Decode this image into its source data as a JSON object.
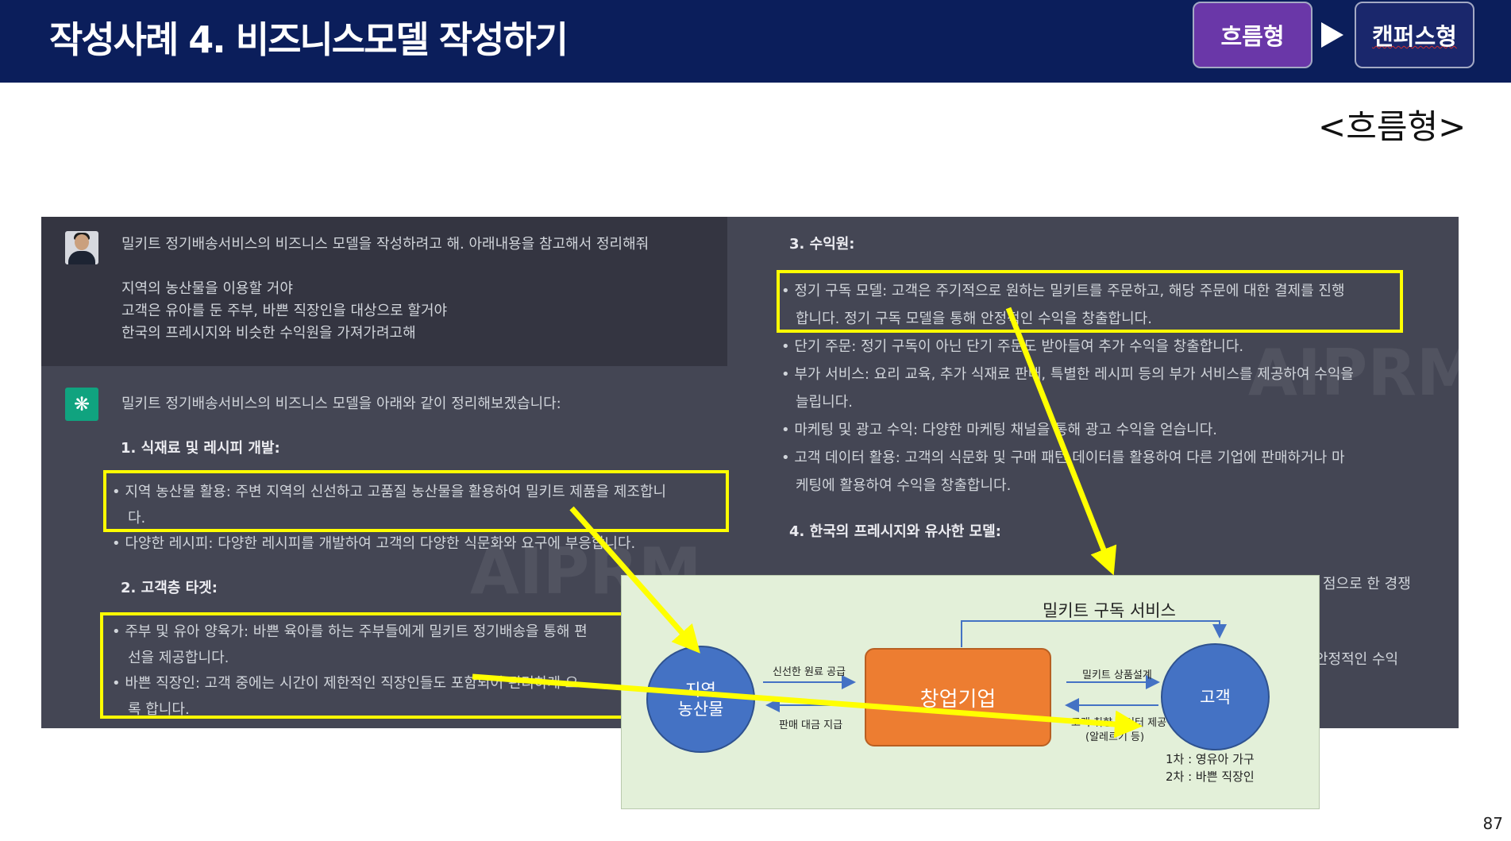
{
  "slide": {
    "title": "작성사례 4. 비즈니스모델 작성하기",
    "tag_flow": "흐름형",
    "tag_canvas": "캔퍼스형",
    "subtitle": "<흐름형>",
    "page_number": "87",
    "watermark": "AIPRM"
  },
  "chat": {
    "user_lines": [
      "밀키트 정기배송서비스의 비즈니스 모델을 작성하려고 해. 아래내용을 참고해서 정리해줘",
      "지역의 농산물을 이용할 거야",
      "고객은 유아를 둔 주부, 바쁜 직장인을 대상으로 할거야",
      "한국의 프레시지와 비슷한 수익원을 가져가려고해"
    ],
    "assistant_intro": "밀키트 정기배송서비스의 비즈니스 모델을 아래와 같이 정리해보겠습니다:",
    "sec1_title": "1. 식재료 및 레시피 개발:",
    "sec1_items": [
      "• 지역 농산물 활용: 주변 지역의 신선하고 고품질 농산물을 활용하여 밀키트 제품을 제조합니",
      "다.",
      "• 다양한 레시피: 다양한 레시피를 개발하여 고객의 다양한 식문화와 요구에 부응합니다."
    ],
    "sec2_title": "2. 고객층 타겟:",
    "sec2_items": [
      "• 주부 및 유아 양육가: 바쁜 육아를 하는 주부들에게 밀키트 정기배송을 통해 편",
      "선을 제공합니다.",
      "• 바쁜 직장인: 고객 중에는 시간이 제한적인 직장인들도 포함되어 편리하게 요",
      "록 합니다."
    ],
    "sec3_title": "3. 수익원:",
    "sec3_items": [
      "• 정기 구독 모델: 고객은 주기적으로 원하는 밀키트를 주문하고, 해당 주문에 대한 결제를 진행",
      "합니다. 정기 구독 모델을 통해 안정적인 수익을 창출합니다.",
      "• 단기 주문: 정기 구독이 아닌 단기 주문도 받아들여 추가 수익을 창출합니다.",
      "• 부가 서비스: 요리 교육, 추가 식재료 판매, 특별한 레시피 등의 부가 서비스를 제공하여 수익을",
      "늘립니다.",
      "• 마케팅 및 광고 수익: 다양한 마케팅 채널을 통해 광고 수익을 얻습니다.",
      "• 고객 데이터 활용: 고객의 식문화 및 구매 패턴 데이터를 활용하여 다른 기업에 판매하거나 마",
      "케팅에 활용하여 수익을 창출합니다."
    ],
    "sec4_title": "4. 한국의 프레시지와 유사한 모델:",
    "sec4_tail1": "점으로 한 경쟁",
    "sec4_tail2": "안정적인 수익"
  },
  "diagram": {
    "service_title": "밀키트 구독 서비스",
    "local_produce": "지역\n농산물",
    "startup": "창업기업",
    "customer": "고객",
    "fresh_supply": "신선한 원료 공급",
    "payment": "판매 대금 지급",
    "product_design": "밀키트 상품설계",
    "data_line1": "고객 취향 데이터 제공",
    "data_line2": "(알레르기 등)",
    "target1": "1차 : 영유아 가구",
    "target2": "2차 : 바쁜 직장인"
  },
  "colors": {
    "header_bg": "#0b1e5b",
    "tag_flow_bg": "#6a37a8",
    "tag_canvas_bg": "#1a276c",
    "highlight": "#ffff00",
    "circle_blue": "#4472c4",
    "startup_orange": "#ed7d31",
    "diagram_bg": "#e3f0d9"
  },
  "icons": [
    "play-triangle-icon",
    "user-avatar-icon",
    "chatgpt-logo-icon"
  ]
}
